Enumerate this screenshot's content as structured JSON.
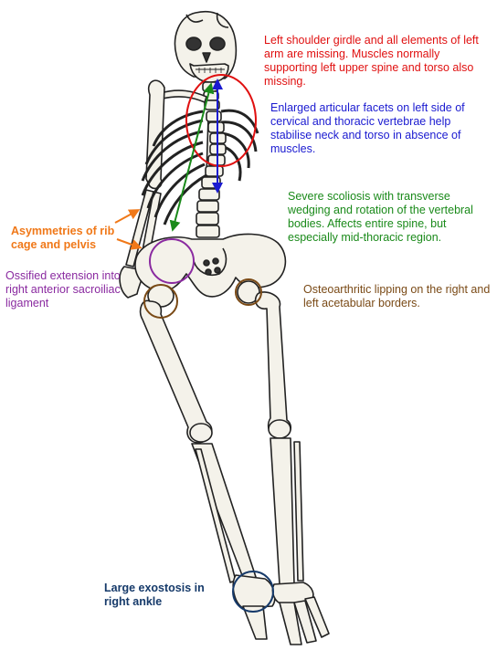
{
  "annotations": {
    "shoulder": {
      "text": "Left shoulder girdle and all elements of left arm are missing. Muscles normally supporting left upper spine and torso also missing.",
      "color": "#e01010"
    },
    "facets": {
      "text": "Enlarged articular facets on left side of cervical and thoracic vertebrae help stabilise neck and torso in absence of muscles.",
      "color": "#1a1ad0"
    },
    "scoliosis": {
      "text": "Severe scoliosis with transverse wedging and rotation of the vertebral bodies. Affects entire spine, but especially mid-thoracic region.",
      "color": "#1a8a1a"
    },
    "asymmetry": {
      "text": "Asymmetries of rib cage and pelvis",
      "color": "#f07818"
    },
    "ossified": {
      "text": "Ossified extension into right anterior sacroiliac ligament",
      "color": "#8a2aa0"
    },
    "osteoarthritic": {
      "text": "Osteoarthritic lipping on the right and left acetabular borders.",
      "color": "#7a4a16"
    },
    "exostosis": {
      "text": "Large exostosis in right ankle",
      "color": "#163a6a"
    }
  }
}
